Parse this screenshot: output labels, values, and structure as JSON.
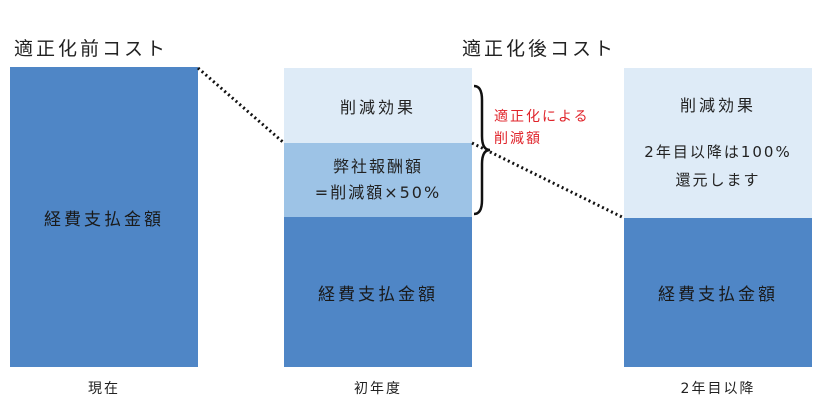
{
  "headings": {
    "before": "適正化前コスト",
    "after": "適正化後コスト"
  },
  "columns": [
    {
      "xlabel": "現在",
      "segments": [
        {
          "label": "経費支払金額"
        }
      ]
    },
    {
      "xlabel": "初年度",
      "segments": [
        {
          "label": "削減効果"
        },
        {
          "line1": "弊社報酬額",
          "line2": "=削減額×50%"
        },
        {
          "label": "経費支払金額"
        }
      ]
    },
    {
      "xlabel": "2年目以降",
      "segments": [
        {
          "line1": "削減効果",
          "line2": "2年目以降は100%",
          "line3": "還元します"
        },
        {
          "label": "経費支払金額"
        }
      ]
    }
  ],
  "annotation": {
    "line1": "適正化による",
    "line2": "削減額"
  },
  "colors": {
    "cost": "#4f86c6",
    "fee": "#9dc3e6",
    "savings": "#deebf7",
    "annotation": "#e0242b"
  }
}
